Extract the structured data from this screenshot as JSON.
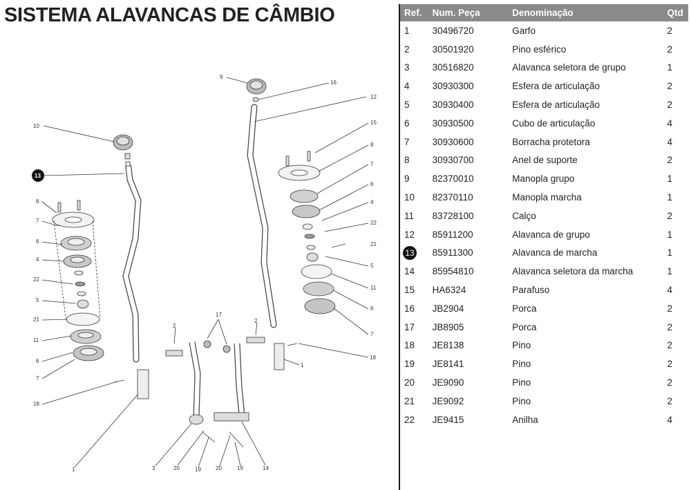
{
  "page_title": "SISTEMA ALAVANCAS DE CÂMBIO",
  "table": {
    "headers": {
      "ref": "Ref.",
      "part_number": "Num. Peça",
      "name": "Denominação",
      "qty": "Qtd"
    },
    "rows": [
      {
        "ref": "1",
        "part_number": "30496720",
        "name": "Garfo",
        "qty": "2"
      },
      {
        "ref": "2",
        "part_number": "30501920",
        "name": "Pino esférico",
        "qty": "2"
      },
      {
        "ref": "3",
        "part_number": "30516820",
        "name": "Alavanca seletora de grupo",
        "qty": "1"
      },
      {
        "ref": "4",
        "part_number": "30930300",
        "name": "Esfera de articulação",
        "qty": "2"
      },
      {
        "ref": "5",
        "part_number": "30930400",
        "name": "Esfera de articulação",
        "qty": "2"
      },
      {
        "ref": "6",
        "part_number": "30930500",
        "name": "Cubo de articulação",
        "qty": "4"
      },
      {
        "ref": "7",
        "part_number": "30930600",
        "name": "Borracha protetora",
        "qty": "4"
      },
      {
        "ref": "8",
        "part_number": "30930700",
        "name": "Anel de suporte",
        "qty": "2"
      },
      {
        "ref": "9",
        "part_number": "82370010",
        "name": "Manopla grupo",
        "qty": "1"
      },
      {
        "ref": "10",
        "part_number": "82370110",
        "name": "Manopla marcha",
        "qty": "1"
      },
      {
        "ref": "11",
        "part_number": "83728100",
        "name": "Calço",
        "qty": "2"
      },
      {
        "ref": "12",
        "part_number": "85911200",
        "name": "Alavanca de grupo",
        "qty": "1"
      },
      {
        "ref": "13",
        "part_number": "85911300",
        "name": "Alavanca de marcha",
        "qty": "1",
        "highlighted": true
      },
      {
        "ref": "14",
        "part_number": "85954810",
        "name": "Alavanca seletora da marcha",
        "qty": "1"
      },
      {
        "ref": "15",
        "part_number": "HA6324",
        "name": "Parafuso",
        "qty": "4"
      },
      {
        "ref": "16",
        "part_number": "JB2904",
        "name": "Porca",
        "qty": "2"
      },
      {
        "ref": "17",
        "part_number": "JB8905",
        "name": "Porca",
        "qty": "2"
      },
      {
        "ref": "18",
        "part_number": "JE8138",
        "name": "Pino",
        "qty": "2"
      },
      {
        "ref": "19",
        "part_number": "JE8141",
        "name": "Pino",
        "qty": "2"
      },
      {
        "ref": "20",
        "part_number": "JE9090",
        "name": "Pino",
        "qty": "2"
      },
      {
        "ref": "21",
        "part_number": "JE9092",
        "name": "Pino",
        "qty": "2"
      },
      {
        "ref": "22",
        "part_number": "JE9415",
        "name": "Anilha",
        "qty": "4"
      }
    ]
  },
  "diagram": {
    "callouts": {
      "c1a": "1",
      "c1b": "1",
      "c2a": "2",
      "c2b": "2",
      "c3": "3",
      "c4a": "4",
      "c4b": "4",
      "c5a": "5",
      "c5b": "5",
      "c6a": "6",
      "c6b": "6",
      "c6c": "6",
      "c6d": "6",
      "c7a": "7",
      "c7b": "7",
      "c7c": "7",
      "c7d": "7",
      "c8a": "8",
      "c8b": "8",
      "c9": "9",
      "c10": "10",
      "c11a": "11",
      "c11b": "11",
      "c12": "12",
      "c13": "13",
      "c14": "14",
      "c15": "15",
      "c16": "16",
      "c17": "17",
      "c18a": "18",
      "c18b": "18",
      "c19a": "19",
      "c19b": "19",
      "c20a": "20",
      "c20b": "20",
      "c21a": "21",
      "c21b": "21",
      "c22a": "22",
      "c22b": "22"
    },
    "highlight_color": "#111111"
  }
}
